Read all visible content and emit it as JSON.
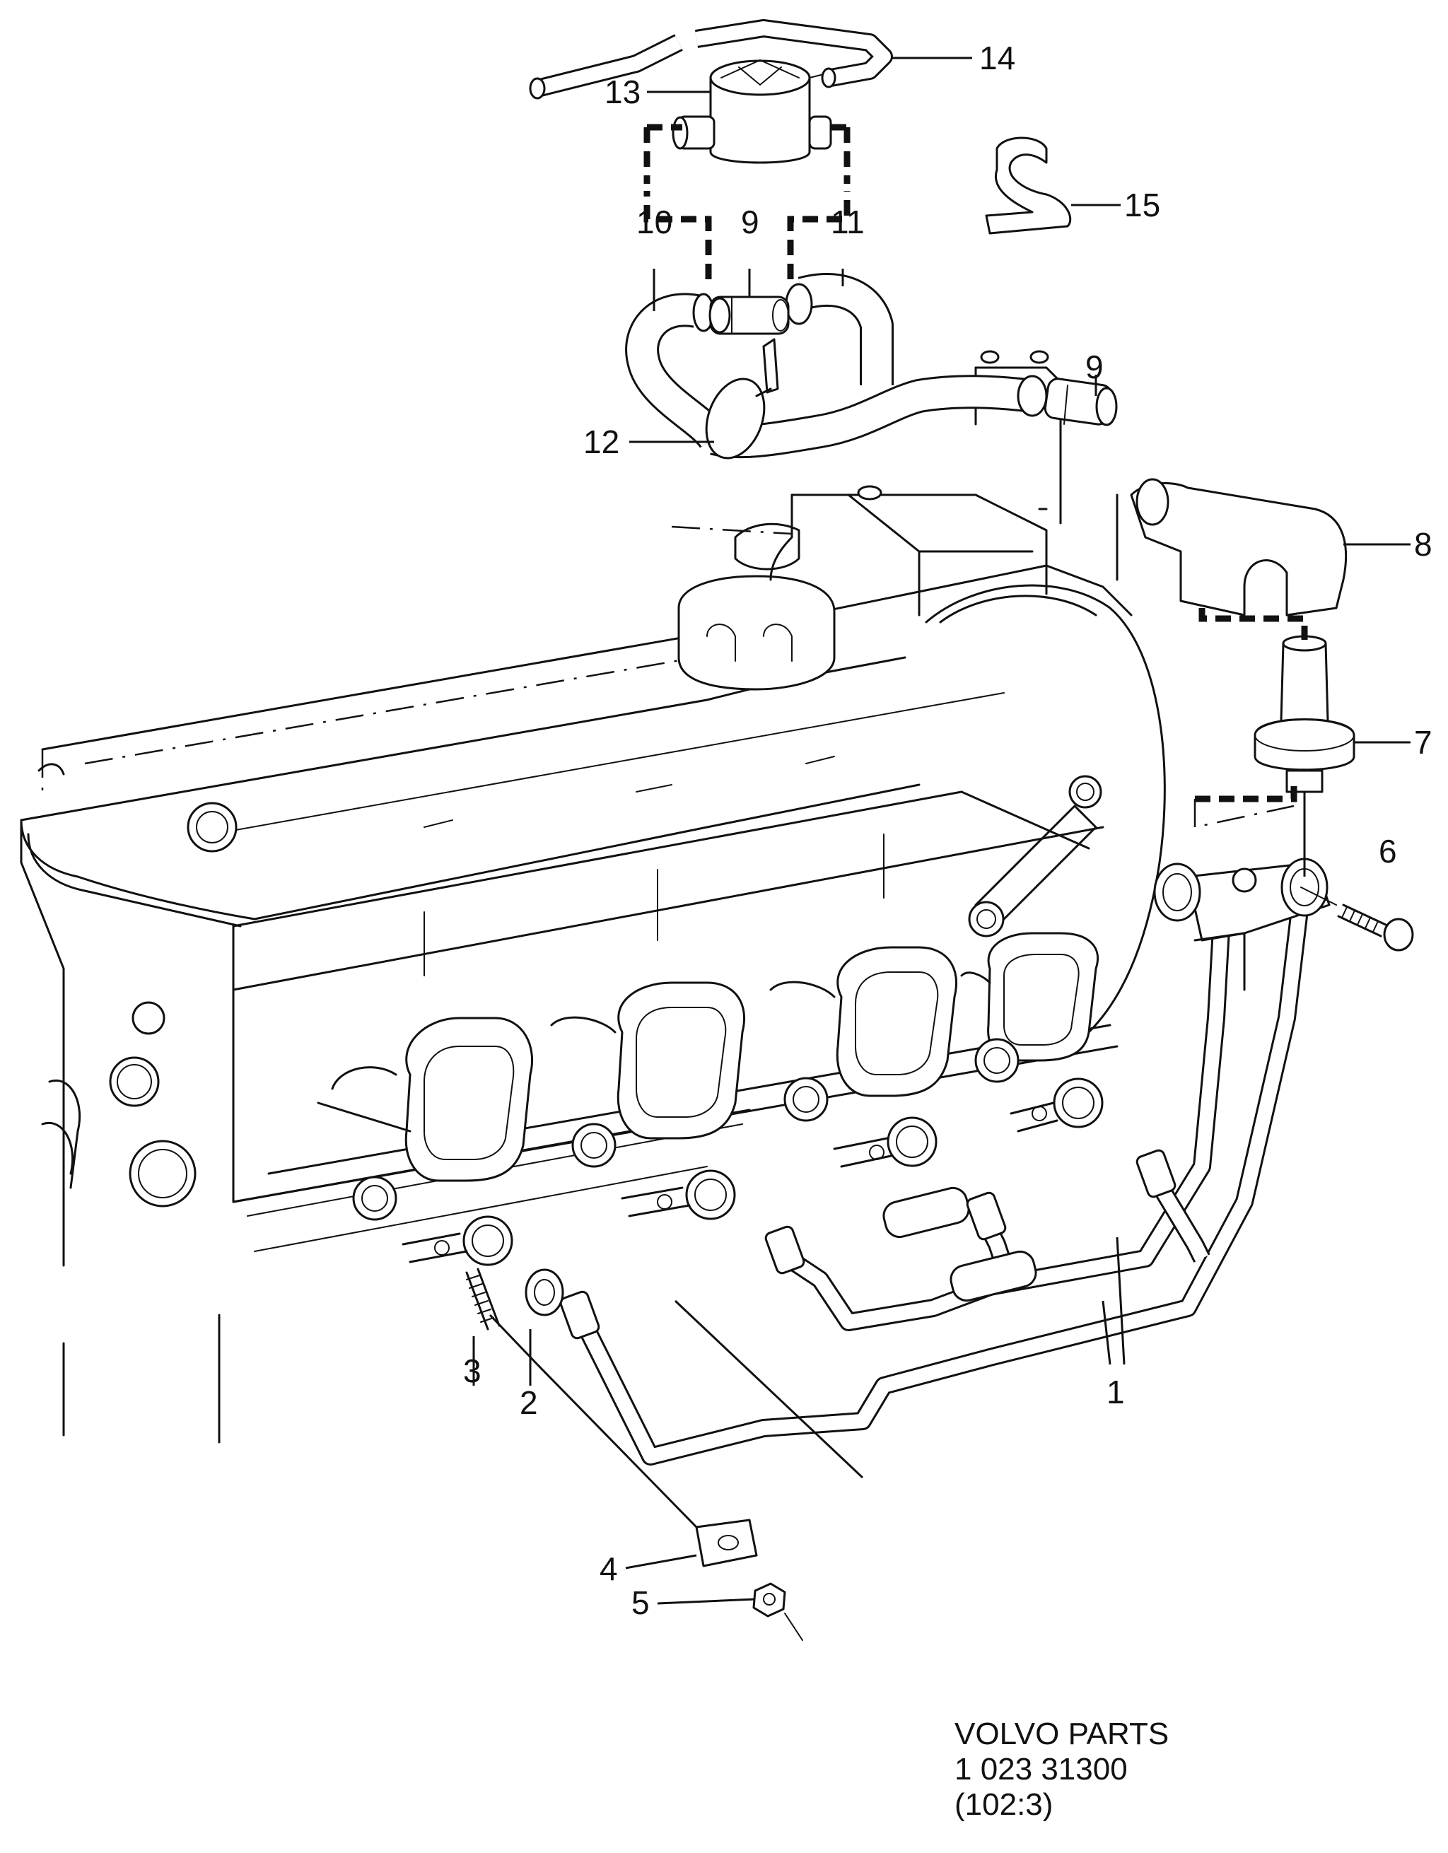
{
  "diagram": {
    "callouts": {
      "c1": "1",
      "c2": "2",
      "c3": "3",
      "c4": "4",
      "c5": "5",
      "c6": "6",
      "c7": "7",
      "c8": "8",
      "c9a": "9",
      "c9b": "9",
      "c10": "10",
      "c11": "11",
      "c12": "12",
      "c13": "13",
      "c14": "14",
      "c15": "15"
    },
    "footer": {
      "brand": "VOLVO PARTS",
      "number": "1 023  31300",
      "ref": "(102:3)"
    }
  }
}
